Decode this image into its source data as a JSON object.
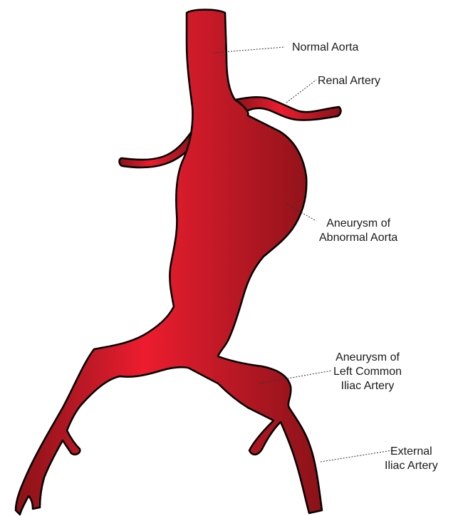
{
  "colors": {
    "vessel_light": "#ec1c2e",
    "vessel_dark": "#8a1218",
    "outline": "#000000",
    "leader": "#333333"
  },
  "labels": {
    "normal_aorta": "Normal Aorta",
    "renal_artery": "Renal Artery",
    "abdominal_aneurysm": [
      "Aneurysm of",
      "Abnormal Aorta"
    ],
    "iliac_aneurysm": [
      "Aneurysm of",
      "Left Common",
      "Iliac Artery"
    ],
    "external_iliac": [
      "External",
      "Iliac Artery"
    ]
  }
}
